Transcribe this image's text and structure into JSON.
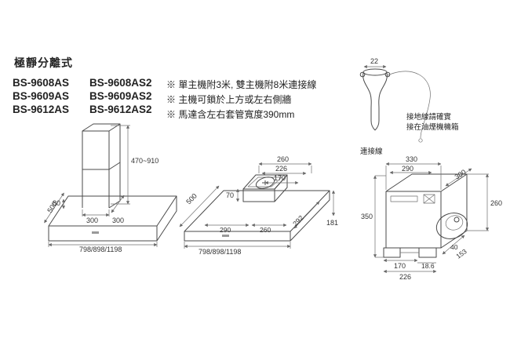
{
  "title": "極靜分離式",
  "models": [
    {
      "primary": "BS-9608AS",
      "variant": "BS-9608AS2"
    },
    {
      "primary": "BS-9609AS",
      "variant": "BS-9609AS2"
    },
    {
      "primary": "BS-9612AS",
      "variant": "BS-9612AS2"
    }
  ],
  "notes": [
    "※ 單主機附3米, 雙主機附8米連接線",
    "※ 主機可鎖於上方或左右側牆",
    "※ 馬達含左右套管寬度390mm"
  ],
  "hood_front": {
    "depth": "500",
    "edge": "80",
    "duct_width": "300",
    "duct_depth": "300",
    "chimney_height": "470~910",
    "widths": "798/898/1198"
  },
  "hood_top": {
    "d260": "260",
    "d226": "226",
    "d170": "170",
    "depth": "500",
    "d70": "70",
    "d290": "290",
    "d260b": "260",
    "d292": "292",
    "height": "181",
    "widths": "798/898/1198"
  },
  "motor": {
    "d22": "22",
    "ground_note1": "接地線請確實",
    "ground_note2": "接在油煙機機箱",
    "cable_label": "連接線",
    "d330": "330",
    "d290": "290",
    "d300": "300",
    "d260": "260",
    "d350": "350",
    "d40": "40",
    "d153": "153",
    "d170": "170",
    "d186": "18.6",
    "d226": "226"
  }
}
